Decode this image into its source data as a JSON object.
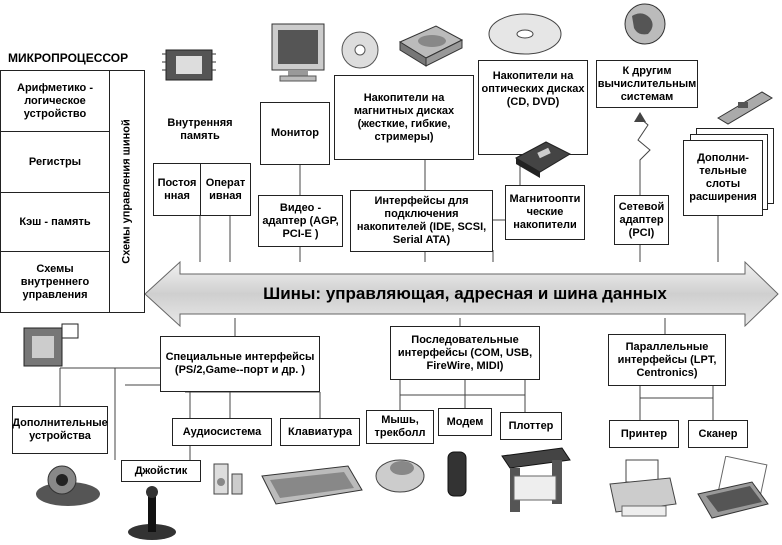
{
  "cpu": {
    "title": "МИКРОПРОЦЕССОР",
    "alu": "Арифметико - логическое устройство",
    "registers": "Регистры",
    "cache": "Кэш - память",
    "control": "Схемы внутреннего управления",
    "bus_control": "Схемы управления шиной"
  },
  "memory": {
    "title": "Внутренняя память",
    "rom": "Постоя нная",
    "ram": "Операт ивная"
  },
  "monitor": "Монитор",
  "video": "Видео - адаптер (AGP, PCI-E )",
  "magnetic": "Накопители на магнитных дисках (жесткие, гибкие, стримеры)",
  "optical": "Накопители на оптических дисках (CD, DVD)",
  "drive_if": "Интерфейсы для подключения накопителей (IDE, SCSI, Serial ATA)",
  "magneto_optical": "Магнитоопти ческие накопители",
  "other_systems": "К другим вычислительным системам",
  "network": "Сетевой адаптер (PCI)",
  "slots": "Дополни- тельные слоты расширения",
  "bus": "Шины: управляющая, адресная и шина данных",
  "special_if": "Специальные интерфейсы (PS/2,Game--порт и др. )",
  "serial_if": "Последовательные интерфейсы (COM, USB, FireWire, MIDI)",
  "parallel_if": "Параллельные интерфейсы (LPT, Centronics)",
  "devices": {
    "additional": "Дополнительные устройства",
    "joystick": "Джойстик",
    "audio": "Аудиосистема",
    "keyboard": "Клавиатура",
    "mouse": "Мышь, трекболл",
    "modem": "Модем",
    "plotter": "Плоттер",
    "printer": "Принтер",
    "scanner": "Сканер"
  }
}
